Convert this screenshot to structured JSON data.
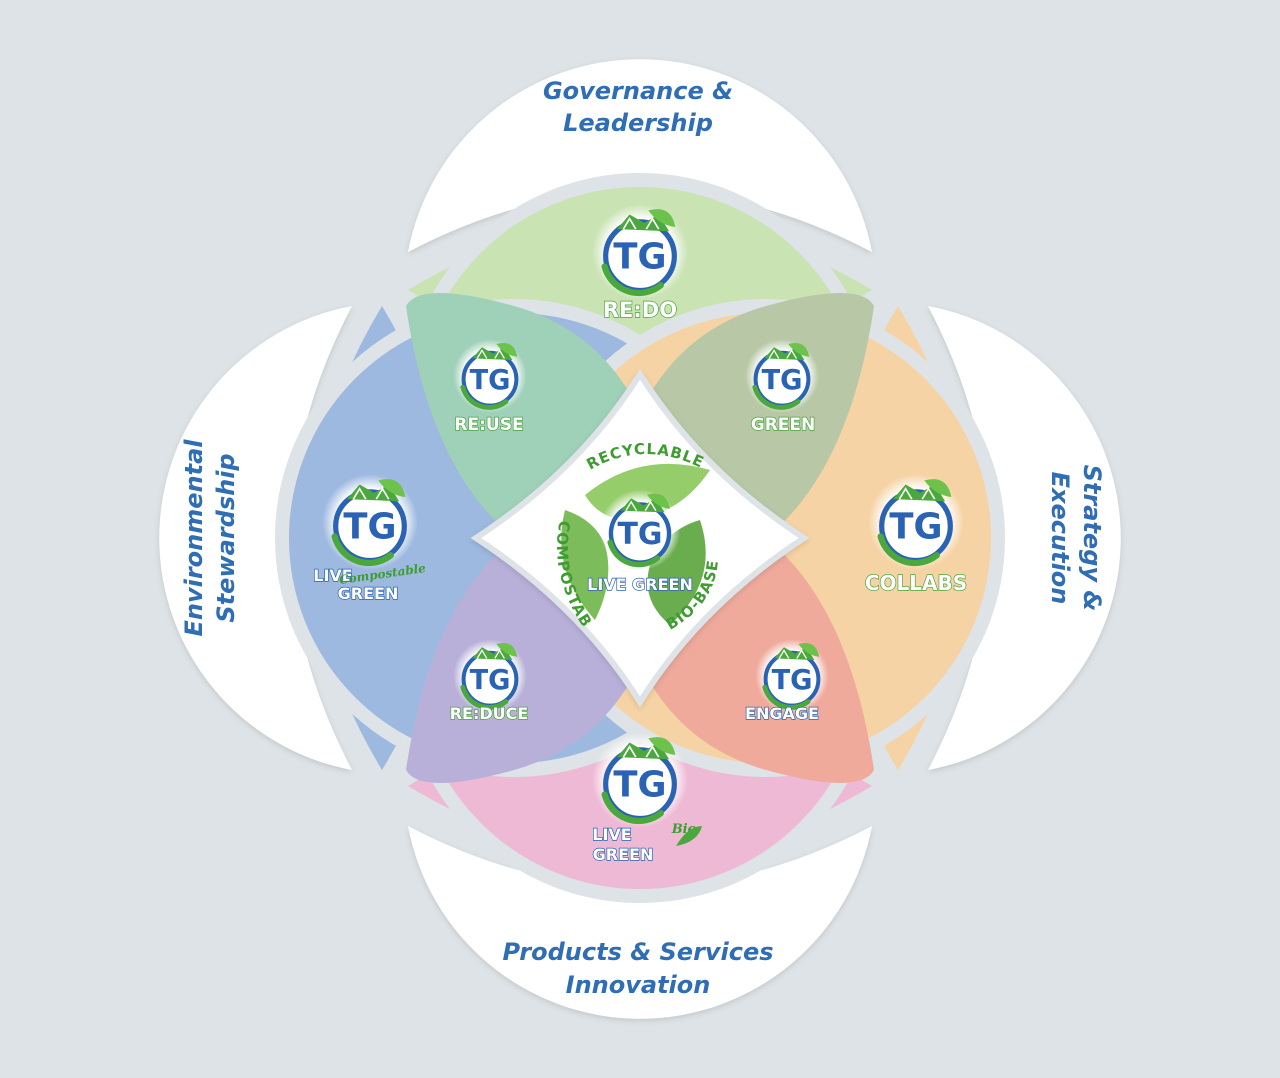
{
  "pillars": {
    "top": [
      "Governance &",
      "Leadership"
    ],
    "bottom": [
      "Products & Services",
      "Innovation"
    ],
    "left": [
      "Environmental",
      "Stewardship"
    ],
    "right": [
      "Strategy &",
      "Execution"
    ]
  },
  "logo_text": "TG",
  "petals": {
    "top": {
      "label": "RE:DO",
      "color": "#c9e3b3"
    },
    "left": {
      "label_line1": "LIVE",
      "label_line2": "GREEN",
      "script": "Compostable",
      "color": "#9db9e0"
    },
    "right": {
      "label": "COLLABS",
      "color": "#f6d3a4"
    },
    "bottom": {
      "label_line1": "LIVE",
      "label_line2": "GREEN",
      "script": "Bio",
      "color": "#eeb9d5"
    }
  },
  "overlaps": {
    "top_left": {
      "label": "RE:USE",
      "color": "#9fd0b8"
    },
    "top_right": {
      "label": "GREEN",
      "color": "#b8c8a6"
    },
    "bottom_left": {
      "label": "RE:DUCE",
      "color": "#b8b0d9"
    },
    "bottom_right": {
      "label": "ENGAGE",
      "color": "#efaa9c"
    }
  },
  "center": {
    "arc_labels": [
      "RECYCLABLE",
      "COMPOSTABLE",
      "BIO-BASED"
    ],
    "label": "LIVE GREEN"
  },
  "colors": {
    "background": "#dde3e6",
    "pillar_text": "#2f6db5",
    "logo_blue": "#2a63b3",
    "logo_green": "#4aa83d"
  }
}
